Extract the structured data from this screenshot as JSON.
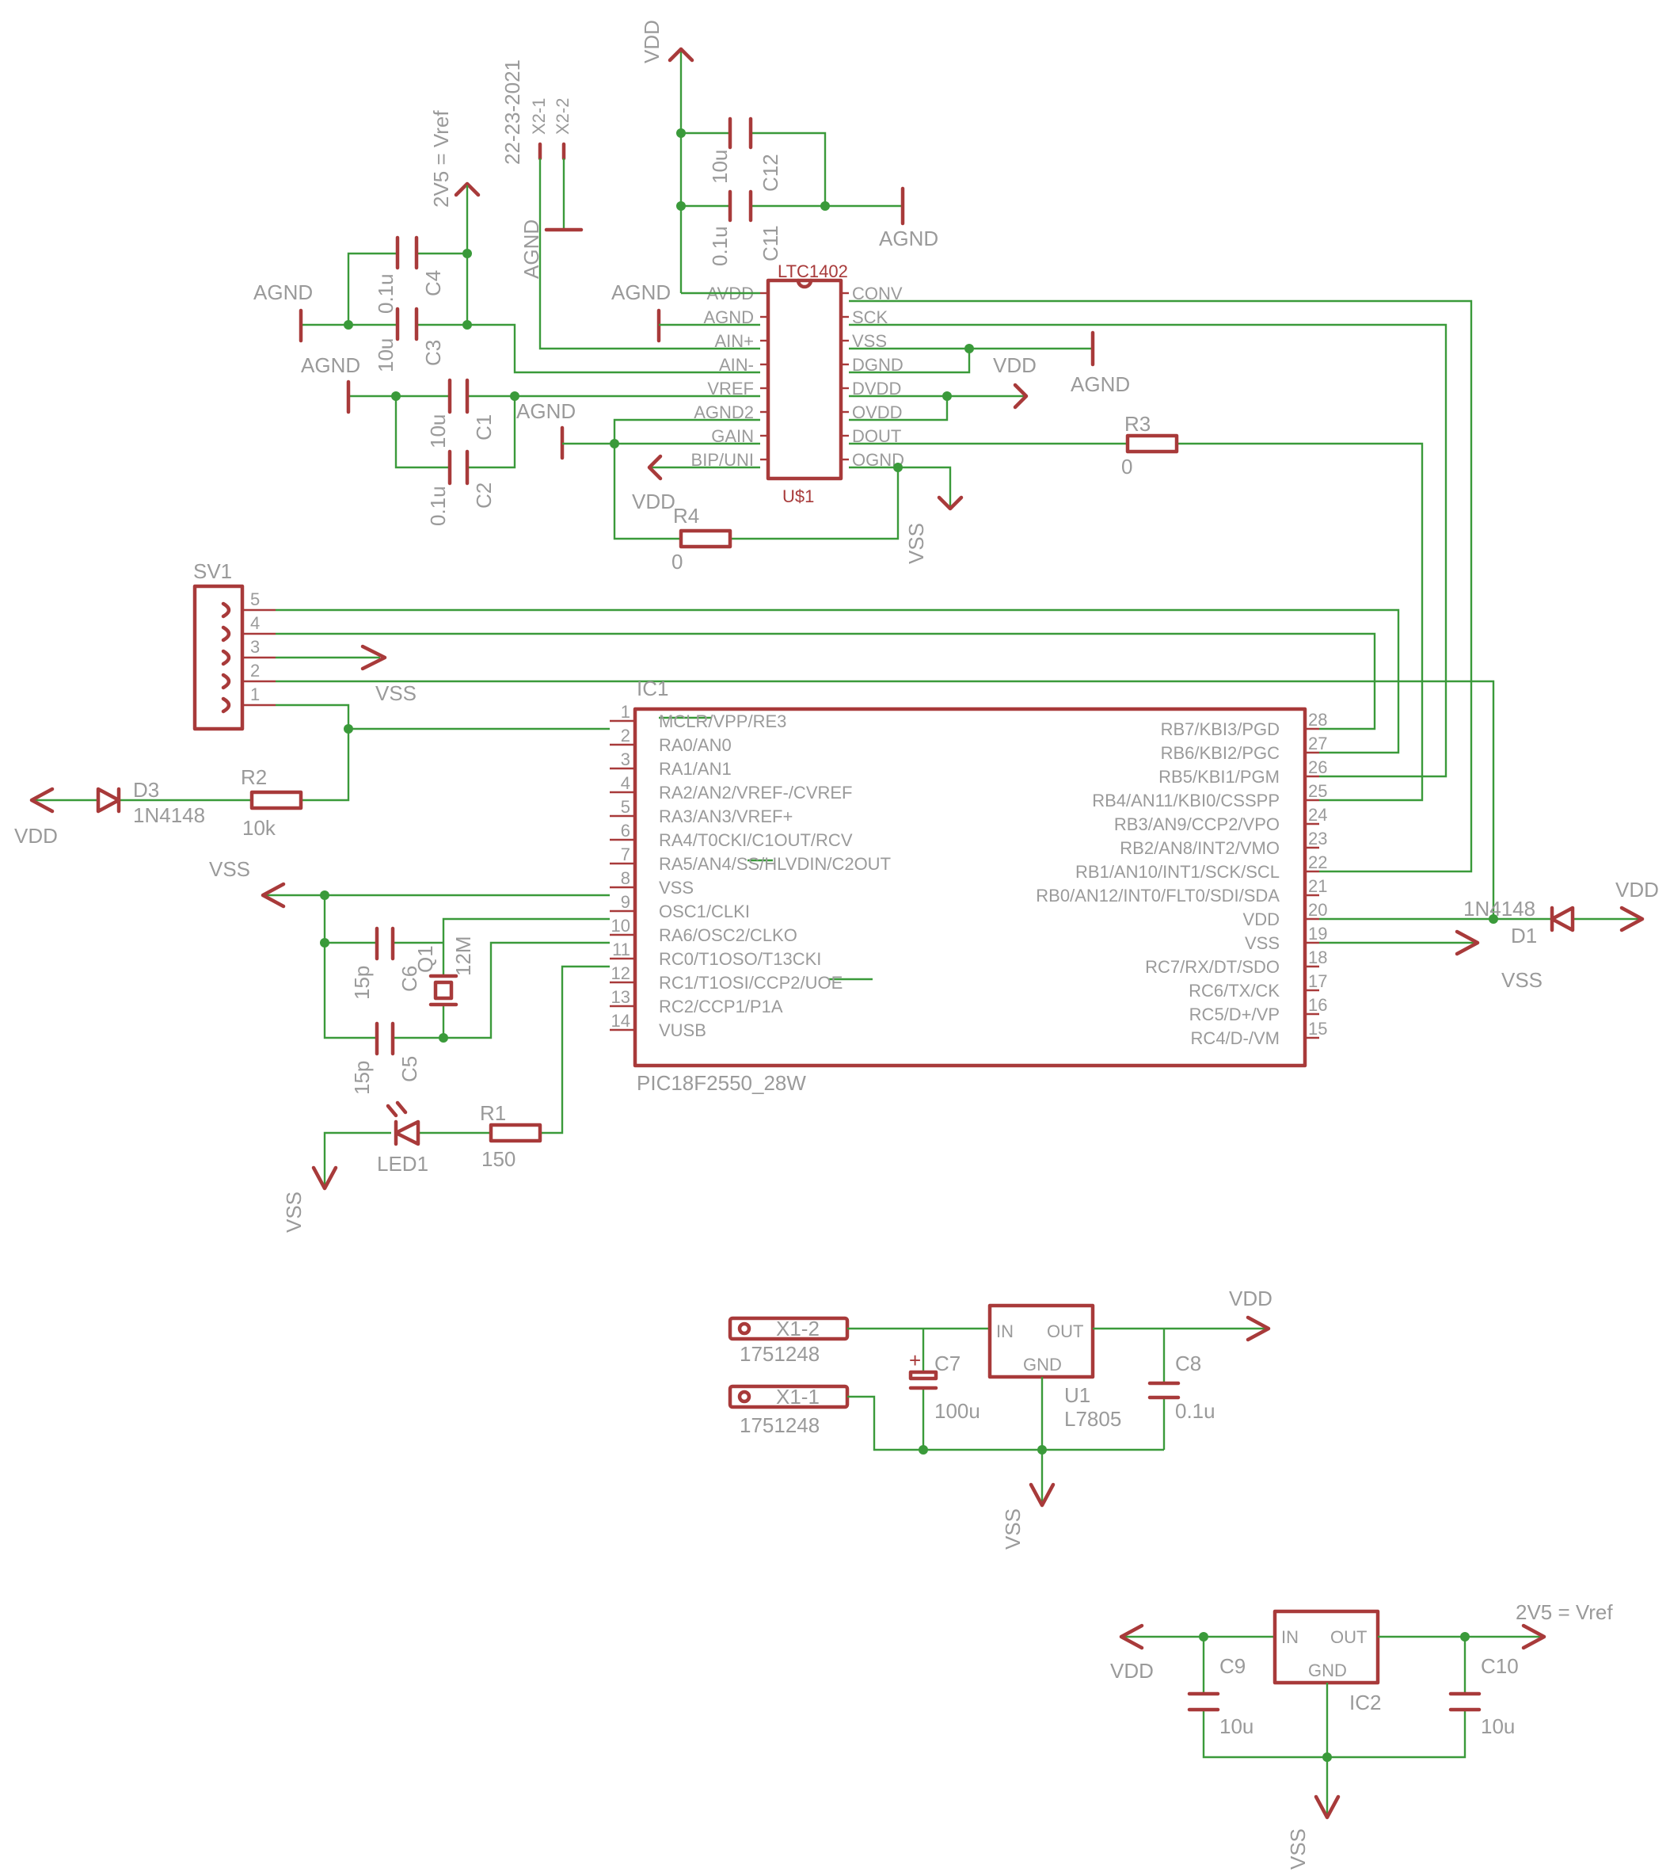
{
  "nets": {
    "vdd": "VDD",
    "vss": "VSS",
    "agnd": "AGND",
    "vref": "2V5 = Vref"
  },
  "adc": {
    "name": "LTC1402",
    "ref": "U$1",
    "left_pins": [
      "AVDD",
      "AGND",
      "AIN+",
      "AIN-",
      "VREF",
      "AGND2",
      "GAIN",
      "BIP/UNI"
    ],
    "right_pins": [
      "CONV",
      "SCK",
      "VSS",
      "DGND",
      "DVDD",
      "OVDD",
      "DOUT",
      "OGND"
    ]
  },
  "mcu": {
    "ref": "IC1",
    "value": "PIC18F2550_28W",
    "left_pin_numbers": [
      "1",
      "2",
      "3",
      "4",
      "5",
      "6",
      "7",
      "8",
      "9",
      "10",
      "11",
      "12",
      "13",
      "14"
    ],
    "left_pins": [
      "MCLR/VPP/RE3",
      "RA0/AN0",
      "RA1/AN1",
      "RA2/AN2/VREF-/CVREF",
      "RA3/AN3/VREF+",
      "RA4/T0CKI/C1OUT/RCV",
      "RA5/AN4/SS/HLVDIN/C2OUT",
      "VSS",
      "OSC1/CLKI",
      "RA6/OSC2/CLKO",
      "RC0/T1OSO/T13CKI",
      "RC1/T1OSI/CCP2/UOE",
      "RC2/CCP1/P1A",
      "VUSB"
    ],
    "right_pin_numbers": [
      "28",
      "27",
      "26",
      "25",
      "24",
      "23",
      "22",
      "21",
      "20",
      "19",
      "18",
      "17",
      "16",
      "15"
    ],
    "right_pins": [
      "RB7/KBI3/PGD",
      "RB6/KBI2/PGC",
      "RB5/KBI1/PGM",
      "RB4/AN11/KBI0/CSSPP",
      "RB3/AN9/CCP2/VPO",
      "RB2/AN8/INT2/VMO",
      "RB1/AN10/INT1/SCK/SCL",
      "RB0/AN12/INT0/FLT0/SDI/SDA",
      "VDD",
      "VSS",
      "RC7/RX/DT/SDO",
      "RC6/TX/CK",
      "RC5/D+/VP",
      "RC4/D-/VM"
    ]
  },
  "connector_x2": {
    "name": "22-23-2021",
    "pins": [
      "X2-1",
      "X2-2"
    ]
  },
  "header": {
    "ref": "SV1",
    "pins": [
      "5",
      "4",
      "3",
      "2",
      "1"
    ]
  },
  "components": {
    "c12": {
      "ref": "C12",
      "value": "10u"
    },
    "c11": {
      "ref": "C11",
      "value": "0.1u"
    },
    "c4": {
      "ref": "C4",
      "value": "0.1u"
    },
    "c3": {
      "ref": "C3",
      "value": "10u"
    },
    "c1": {
      "ref": "C1",
      "value": "10u"
    },
    "c2": {
      "ref": "C2",
      "value": "0.1u"
    },
    "r3": {
      "ref": "R3",
      "value": "0"
    },
    "r4": {
      "ref": "R4",
      "value": "0"
    },
    "d3": {
      "ref": "D3",
      "value": "1N4148"
    },
    "r2": {
      "ref": "R2",
      "value": "10k"
    },
    "c6": {
      "ref": "C6",
      "value": "15p"
    },
    "c5": {
      "ref": "C5",
      "value": "15p"
    },
    "q1": {
      "ref": "Q1",
      "value": "12M"
    },
    "led1": {
      "ref": "LED1"
    },
    "r1": {
      "ref": "R1",
      "value": "150"
    },
    "d1": {
      "ref": "D1",
      "value": "1N4148"
    },
    "x1_2": {
      "ref": "X1-2",
      "value": "1751248"
    },
    "x1_1": {
      "ref": "X1-1",
      "value": "1751248"
    },
    "c7": {
      "ref": "C7",
      "value": "100u",
      "polarity": "+"
    },
    "c8": {
      "ref": "C8",
      "value": "0.1u"
    },
    "u1": {
      "ref": "U1",
      "value": "L7805",
      "in": "IN",
      "out": "OUT",
      "gnd": "GND"
    },
    "c9": {
      "ref": "C9",
      "value": "10u"
    },
    "c10": {
      "ref": "C10",
      "value": "10u"
    },
    "ic2": {
      "ref": "IC2",
      "in": "IN",
      "out": "OUT",
      "gnd": "GND"
    }
  }
}
